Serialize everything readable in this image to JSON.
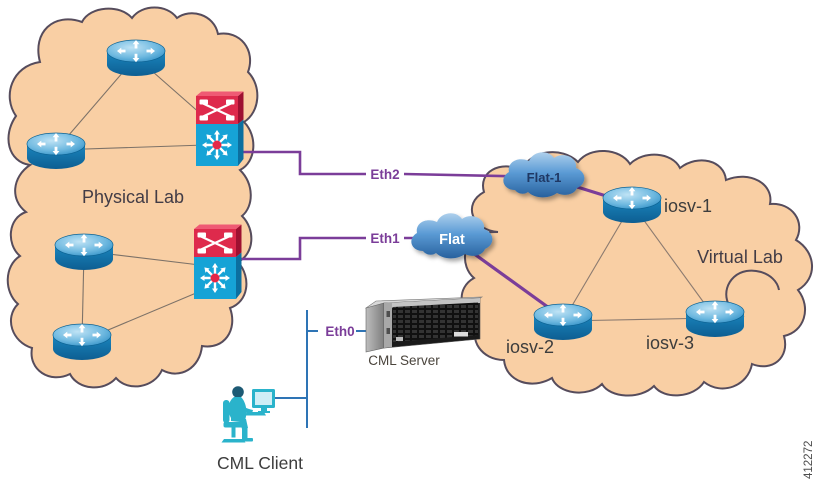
{
  "figure_number": "412272",
  "physical_lab": {
    "label": "Physical Lab"
  },
  "virtual_lab": {
    "label": "Virtual Lab",
    "nodes": [
      {
        "label": "iosv-1"
      },
      {
        "label": "iosv-2"
      },
      {
        "label": "iosv-3"
      }
    ]
  },
  "interfaces": {
    "eth0": "Eth0",
    "eth1": "Eth1",
    "eth2": "Eth2"
  },
  "bridge_clouds": {
    "flat": "Flat",
    "flat_1": "Flat-1"
  },
  "server": {
    "label": "CML Server"
  },
  "client": {
    "label": "CML Client"
  },
  "colors": {
    "lab_cloud_fill": "#F9CFA4",
    "lab_cloud_stroke": "#564C5C",
    "link_purple": "#7B3D99",
    "link_blue": "#2E74B5",
    "node_link_gray": "#7D7268",
    "router_blue": "#1584BC",
    "switch_red": "#DE2A4C",
    "switch_blue": "#16A3D6",
    "bridge_cloud_blue": "#3D7AB8",
    "label_dark": "#423C46"
  }
}
